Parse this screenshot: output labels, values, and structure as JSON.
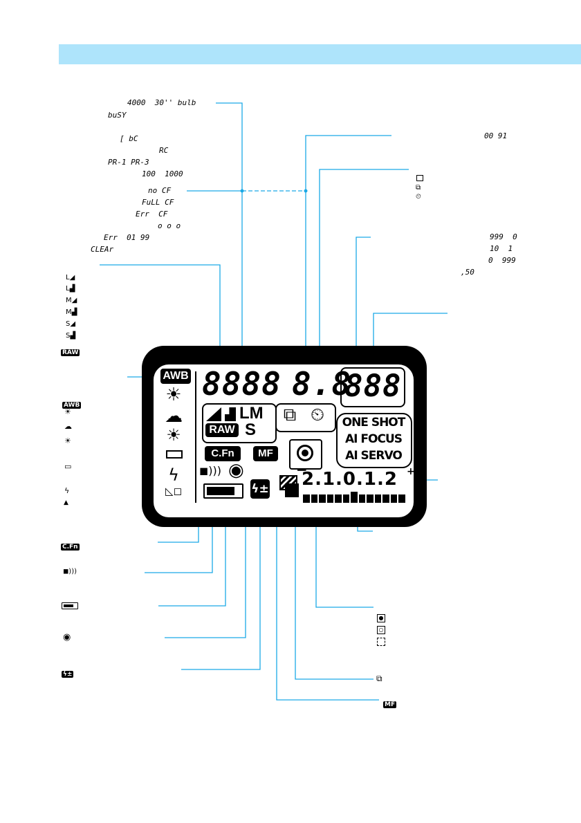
{
  "shutter_list": [
    "4000  30'' bulb",
    "buSY",
    "[ bC",
    "RC",
    "PR-1 PR-3",
    "100  1000",
    "no CF",
    "FuLL CF",
    "Err  CF",
    "o o o",
    "Err  01 99",
    "CLEAr"
  ],
  "aperture_values": "00 91",
  "drive_icons": [
    "single-frame-icon",
    "continuous-icon",
    "self-timer-icon"
  ],
  "shots_list": [
    "999  0",
    "10  1",
    "0  999",
    ",50"
  ],
  "quality_tags": [
    "L◢",
    "L▟",
    "M◢",
    "M▟",
    "S◢",
    "S▟",
    "RAW"
  ],
  "wb_tags": [
    "AWB",
    "☀",
    "☁",
    "☀",
    "▭",
    "ϟ",
    "▲"
  ],
  "lcd": {
    "awb": "AWB",
    "shutter": "8888",
    "aperture": "8.8",
    "counter": "888",
    "quality_lm": "LM",
    "quality_raw": "RAW",
    "quality_s": "S",
    "af_modes": [
      "ONE SHOT",
      "AI FOCUS",
      "AI SERVO"
    ],
    "cfn": "C.Fn",
    "mf": "MF",
    "scale_minus": "−",
    "scale": "2.1.0.1.2",
    "scale_plus": "+"
  },
  "right_labels": {
    "metering_icons": [
      "evaluative-icon",
      "partial-icon",
      "center-weighted-icon"
    ],
    "ae_lock_icon": "ae-lock-icon",
    "mf": "MF"
  },
  "left_labels": {
    "cfn": "C.Fn",
    "beeper_icon": "beeper-icon",
    "battery_icon": "battery-icon",
    "red_eye_icon": "red-eye-icon",
    "flash_comp_icon": "flash-exposure-compensation-icon"
  }
}
